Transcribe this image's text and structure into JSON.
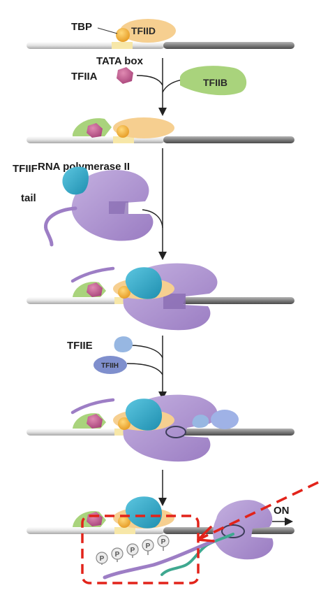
{
  "labels": {
    "tbp": "TBP",
    "tfiid": "TFIID",
    "tata_box": "TATA box",
    "tfiia": "TFIIA",
    "tfiib": "TFIIB",
    "rna_pol": "RNA polymerase II",
    "tfiif": "TFIIF",
    "tail": "tail",
    "tfiie": "TFIIE",
    "tfiih": "TFIIH",
    "on": "ON",
    "phospho": "P"
  },
  "colors": {
    "dna_light": "#e6e6e6",
    "dna_dark": "#7a7a7a",
    "tata": "#f7e7a8",
    "tfiid": "#f6cf90",
    "tbp": "#f0b33a",
    "tfiia": "#c25d8d",
    "tfiib": "#a9d37c",
    "pol_ii": "#a98cc9",
    "tfiif": "#2ba3c4",
    "tfiie": "#97b7e2",
    "tfiih": "#7f8fcd",
    "rna": "#3fa890",
    "highlight": "#e2231a"
  }
}
